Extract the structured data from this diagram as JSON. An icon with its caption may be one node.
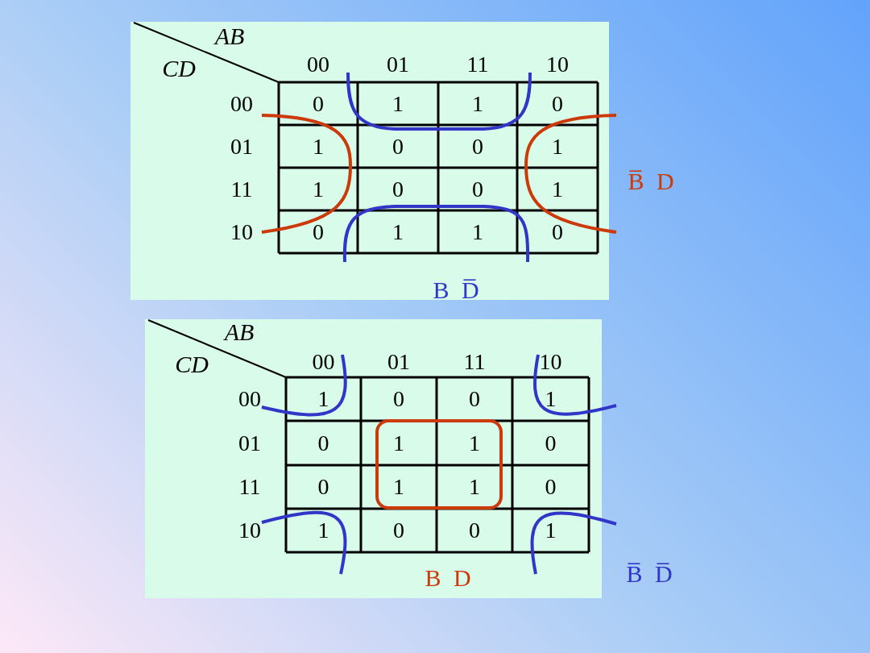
{
  "diagram": {
    "labels": [
      "AB",
      "CD",
      "00",
      "01",
      "11",
      "10",
      "00",
      "0",
      "1",
      "1",
      "0",
      "01",
      "1",
      "0",
      "0",
      "1",
      "11",
      "1",
      "0",
      "0",
      "1",
      "10",
      "0",
      "1",
      "1",
      "0",
      "B̅ D",
      "B D̅",
      "AB",
      "CD",
      "00",
      "01",
      "11",
      "10",
      "00",
      "1",
      "0",
      "0",
      "1",
      "01",
      "0",
      "1",
      "1",
      "0",
      "11",
      "0",
      "1",
      "1",
      "0",
      "10",
      "1",
      "0",
      "0",
      "1",
      "B D",
      "B̅ D̅"
    ]
  }
}
